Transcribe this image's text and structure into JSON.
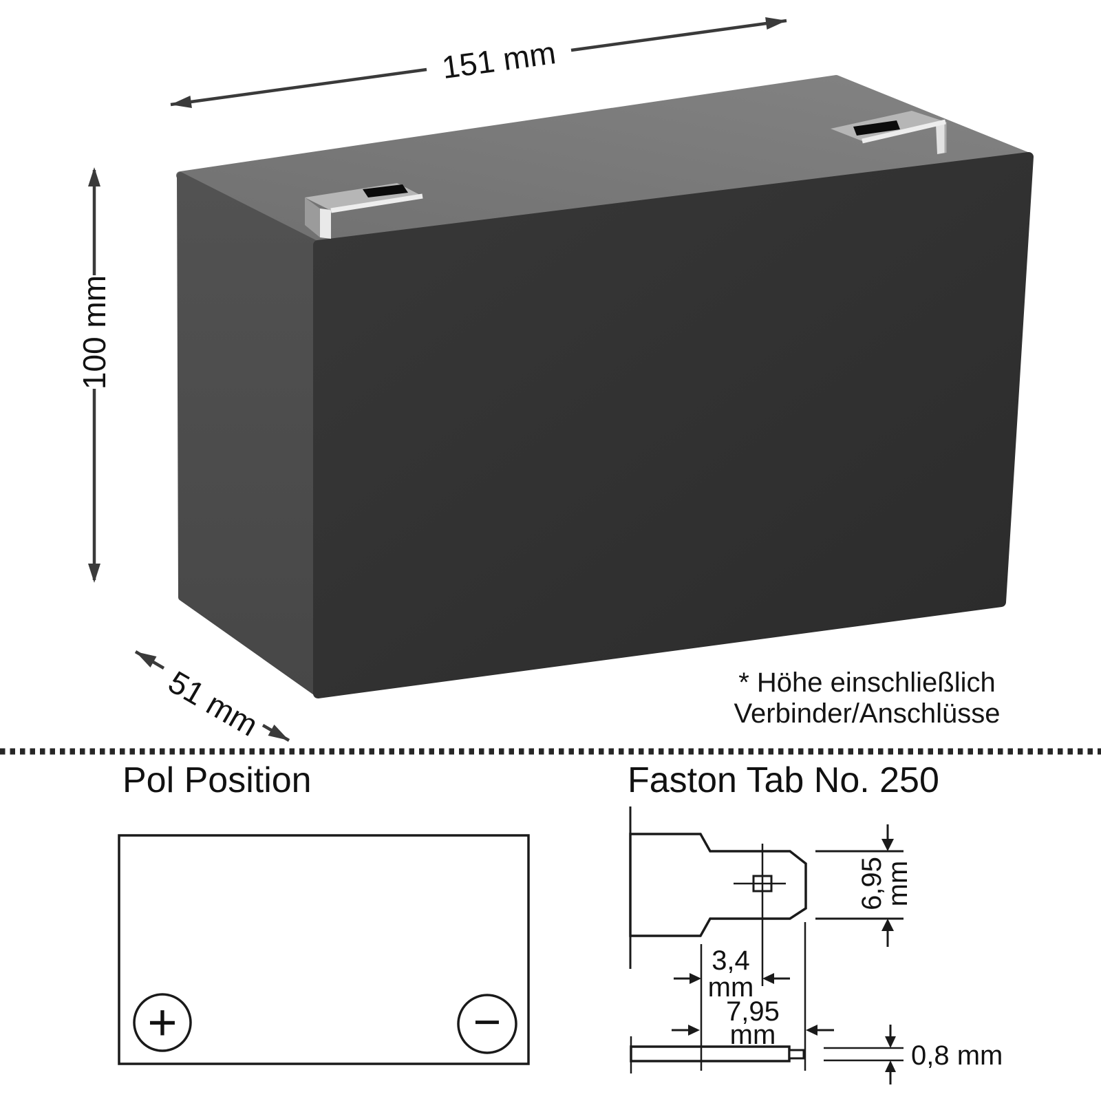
{
  "battery": {
    "length_label": "151 mm",
    "height_label": "100 mm",
    "depth_label": "51 mm",
    "note_line1": "* Höhe einschließlich",
    "note_line2": "Verbinder/Anschlüsse",
    "colors": {
      "top_face": "#7c7c7c",
      "left_face": "#4d4d4d",
      "front_face": "#313131",
      "terminal_plate": "#b6b6b6",
      "terminal_slot": "#0b0b0b",
      "line": "#1a1a1a"
    }
  },
  "pol_position": {
    "title": "Pol Position",
    "plus_symbol": "+",
    "minus_symbol": "−"
  },
  "faston_tab": {
    "title": "Faston Tab No. 250",
    "tab_width_value": "6,95",
    "tab_width_unit": "mm",
    "hole_offset_value": "3,4",
    "hole_offset_unit": "mm",
    "tab_length_value": "7,95",
    "tab_length_unit": "mm",
    "thickness_label": "0,8 mm"
  }
}
